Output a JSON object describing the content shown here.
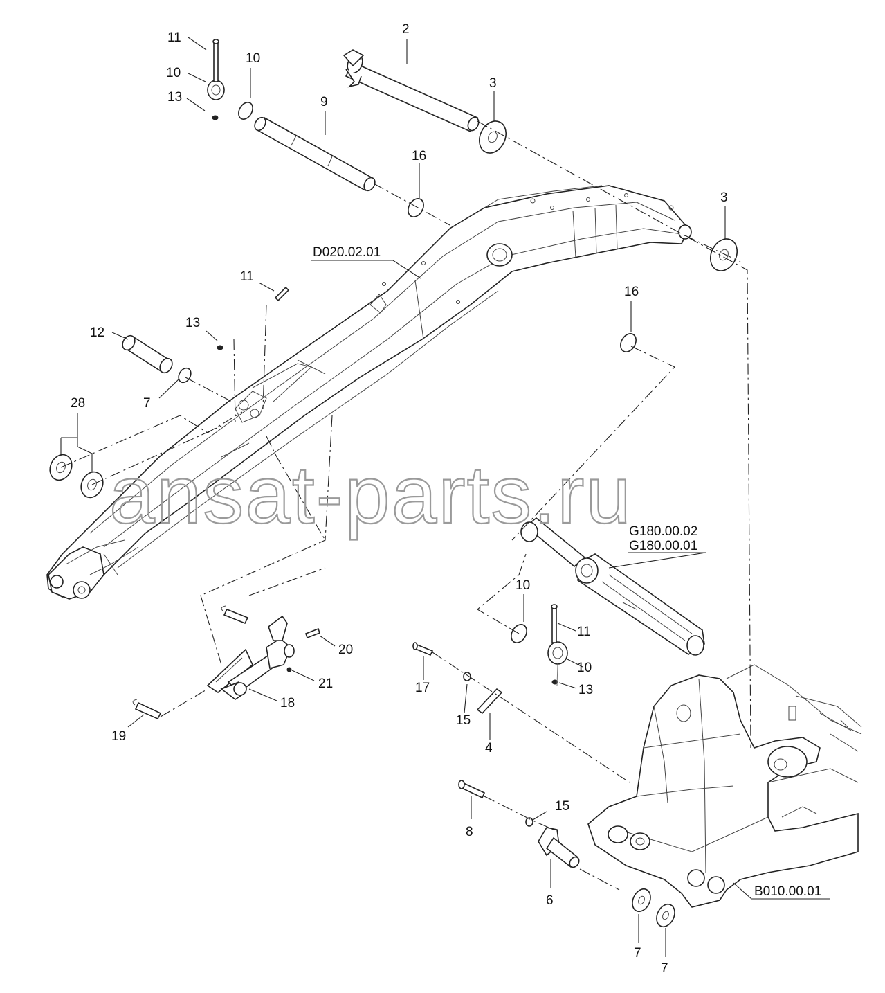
{
  "callouts": {
    "c2": "2",
    "c3a": "3",
    "c3b": "3",
    "c4": "4",
    "c6": "6",
    "c7a": "7",
    "c7b": "7",
    "c7c": "7",
    "c8": "8",
    "c9": "9",
    "c10a": "10",
    "c10b": "10",
    "c10c": "10",
    "c10d": "10",
    "c11a": "11",
    "c11b": "11",
    "c11c": "11",
    "c12": "12",
    "c13a": "13",
    "c13b": "13",
    "c13c": "13",
    "c15a": "15",
    "c15b": "15",
    "c16a": "16",
    "c16b": "16",
    "c17": "17",
    "c18": "18",
    "c19": "19",
    "c20": "20",
    "c21": "21",
    "c28": "28"
  },
  "references": {
    "boom": "D020.02.01",
    "cylinder_1": "G180.00.02",
    "cylinder_2": "G180.00.01",
    "frame": "B010.00.01"
  },
  "watermark": "ansat-parts.ru"
}
